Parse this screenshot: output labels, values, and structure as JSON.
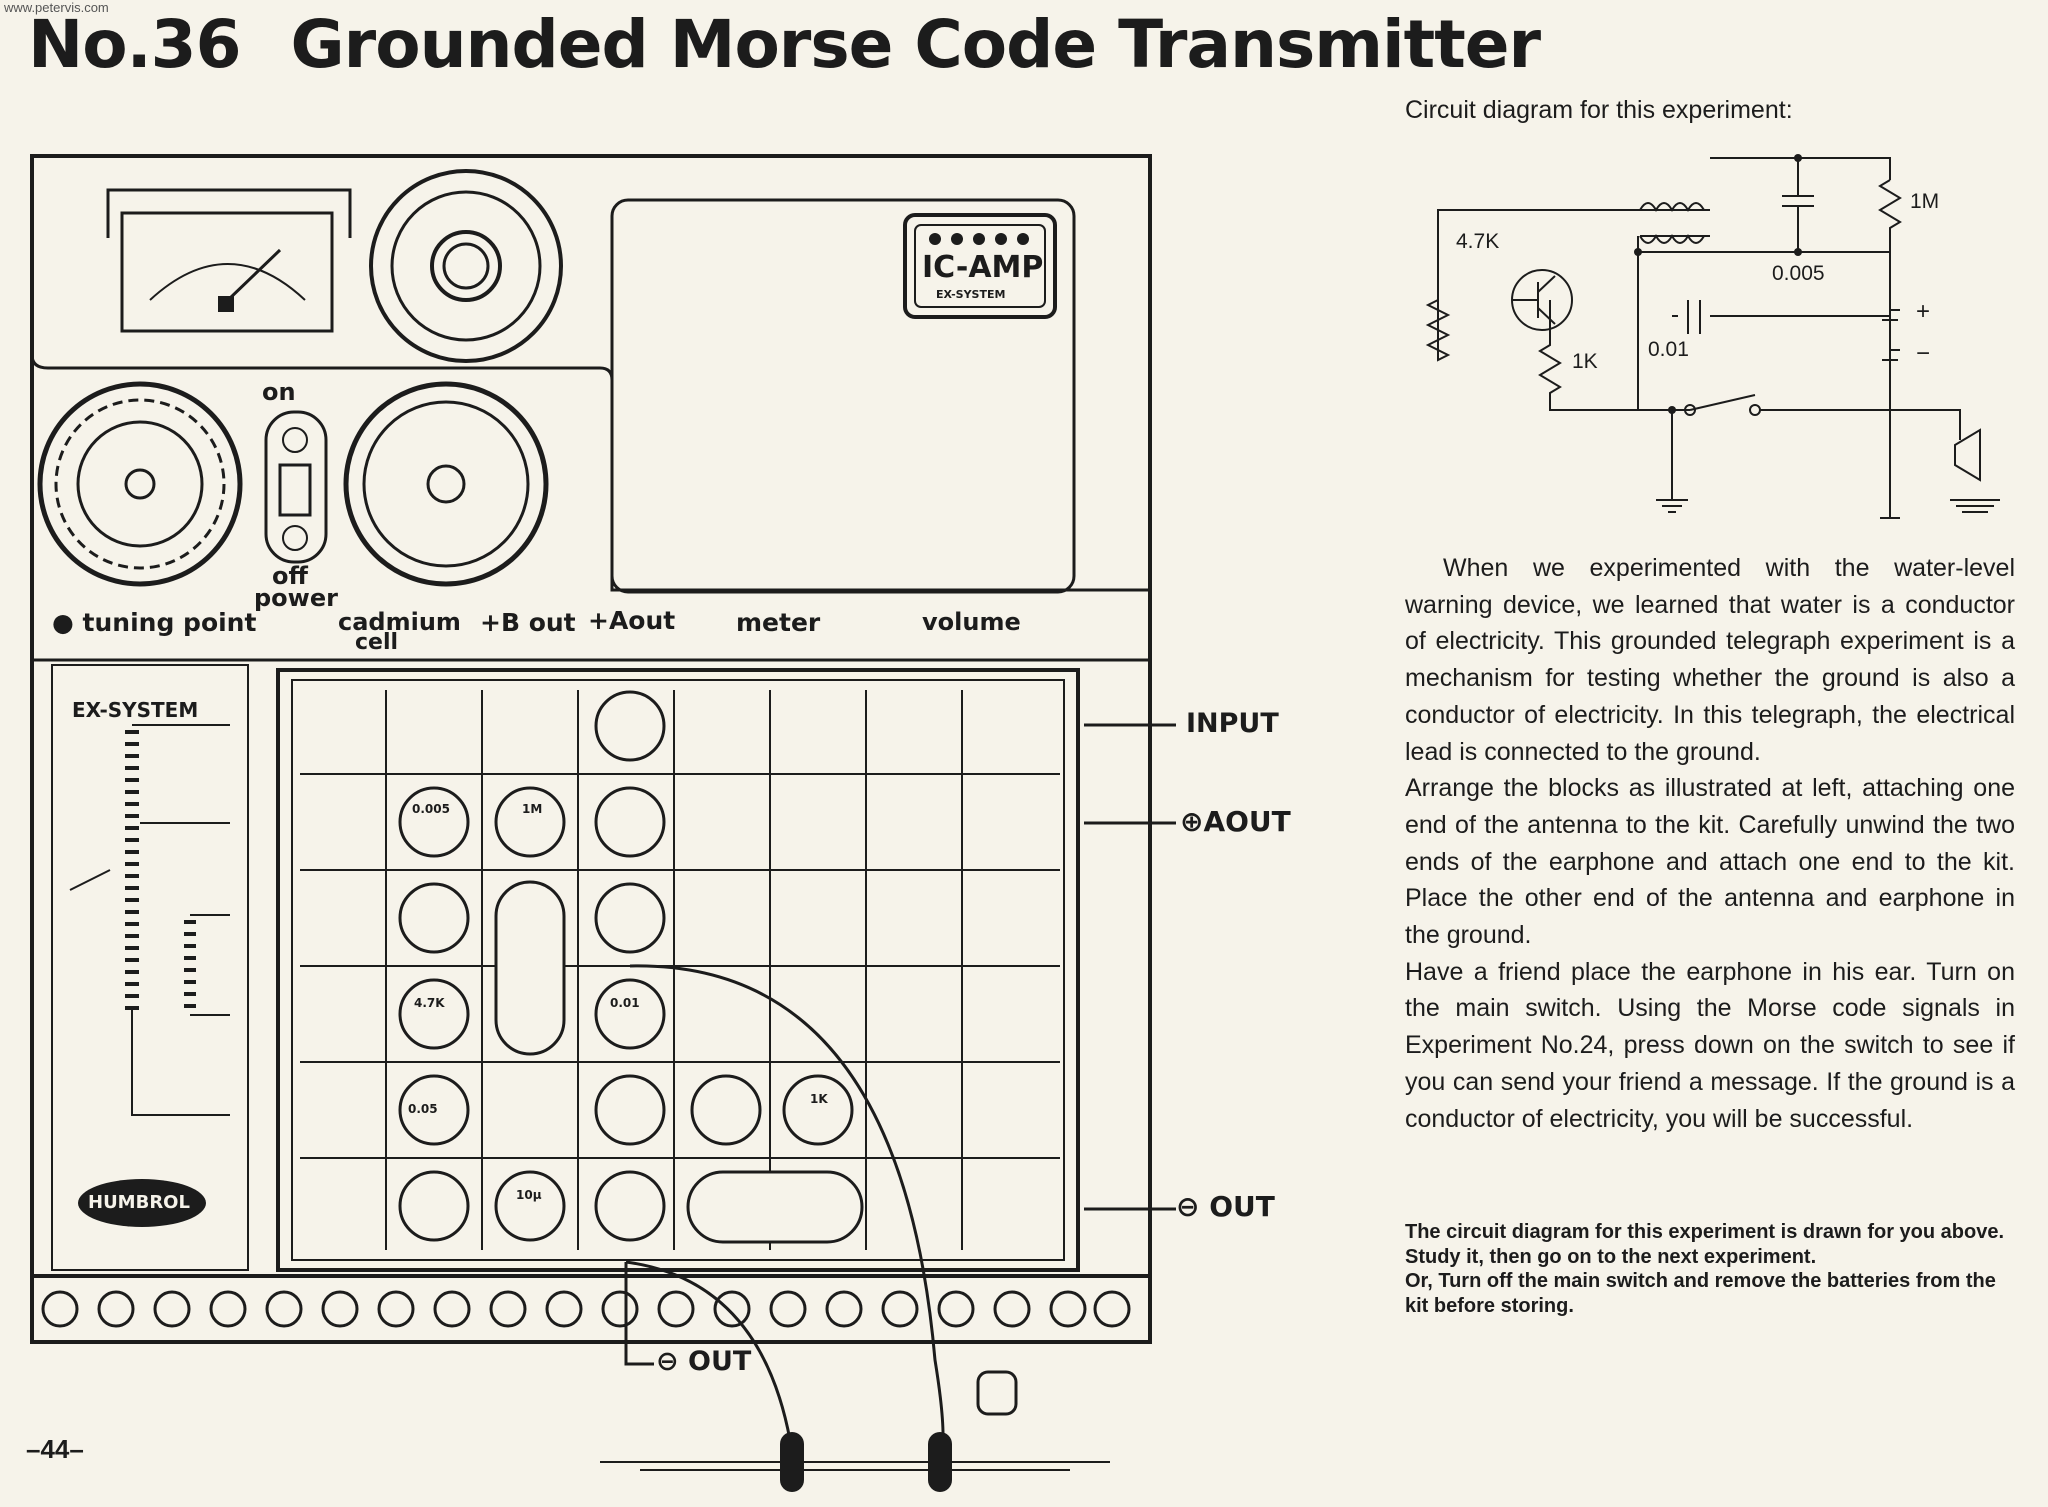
{
  "watermark": "www.petervis.com",
  "title": {
    "number": "No.36",
    "text": "Grounded Morse Code Transmitter"
  },
  "circuit": {
    "caption": "Circuit diagram for this experiment:",
    "labels": {
      "r1": "4.7K",
      "r2": "1K",
      "r3": "1M",
      "c1": "0.005",
      "c2": "0.01",
      "plus": "+",
      "minus": "−"
    }
  },
  "kit": {
    "panel_labels": {
      "on": "on",
      "off": "off",
      "power": "power",
      "tuning": "tuning point",
      "cadmium": "cadmium",
      "cell": "cell",
      "bout": "+B out",
      "aout": "+Aout",
      "meter": "meter",
      "volume": "volume",
      "exsystem": "EX-SYSTEM",
      "humbrol": "HUMBROL",
      "icamp": "IC-AMP",
      "icamp_sub": "EX-SYSTEM"
    },
    "block_labels": {
      "c005": "0.005",
      "r1m": "1M",
      "r47k": "4.7K",
      "c001": "0.01",
      "c005v": "0.05",
      "r1k": "1K",
      "c10u": "10μ"
    },
    "terminals": {
      "input": "INPUT",
      "aout": "⊕AOUT",
      "out_right": "⊖ OUT",
      "out_bottom": "⊖ OUT"
    }
  },
  "body": [
    "When we experimented with the water-level warning device, we learned that water is a conductor of electricity. This grounded telegraph experiment is a mechanism for testing whether the ground is also a conductor of electricity. In this telegraph, the electrical lead is connected to the ground.",
    "Arrange the blocks as illustrated at left, attaching one end of the antenna to the kit. Carefully unwind the two ends of the earphone and attach one end to the kit. Place the other end of the antenna and earphone in the ground.",
    "Have a friend place the earphone in his ear. Turn on the main switch. Using the Morse code signals in Experiment No.24, press down on the switch to see if you can send your friend a message. If the ground is a conductor of electricity, you will be successful."
  ],
  "note": [
    "The circuit diagram for this experiment is drawn for you above. Study it, then go on to the next experiment.",
    "Or, Turn off the main switch and remove the batteries from the kit before storing."
  ],
  "page_number": "–44–"
}
